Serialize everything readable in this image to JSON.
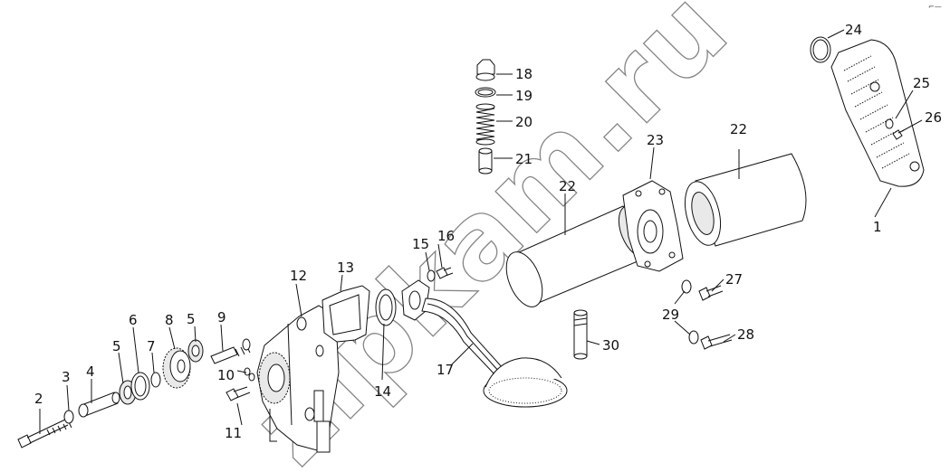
{
  "watermark": "zipkam.ru",
  "corner_mark": "⌐—",
  "callouts": [
    "1",
    "2",
    "3",
    "4",
    "5",
    "5",
    "6",
    "7",
    "8",
    "9",
    "10",
    "11",
    "12",
    "13",
    "14",
    "15",
    "16",
    "17",
    "18",
    "19",
    "20",
    "21",
    "22",
    "22",
    "23",
    "24",
    "25",
    "26",
    "27",
    "28",
    "29",
    "30"
  ],
  "parts": [
    "oil-cooler-body",
    "bolt",
    "washer",
    "sleeve",
    "bearing",
    "bearing",
    "snap-ring",
    "thrust-washer",
    "gear",
    "relief-valve",
    "dowel",
    "screw",
    "oil-pump",
    "gasket",
    "gasket",
    "washer",
    "bolt",
    "suction-pipe",
    "plug",
    "o-ring",
    "spring",
    "valve-plunger",
    "oil-filter",
    "oil-filter",
    "filter-head",
    "o-ring",
    "washer",
    "screw",
    "bolt",
    "bolt",
    "washer",
    "stud"
  ]
}
